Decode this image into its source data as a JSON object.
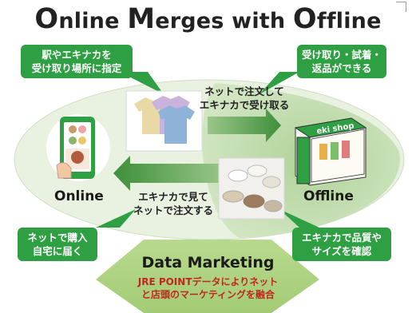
{
  "title": {
    "parts": [
      {
        "cap": "O",
        "rest": "nline "
      },
      {
        "cap": "M",
        "rest": "erges with "
      },
      {
        "cap": "O",
        "rest": "ffline"
      }
    ]
  },
  "callouts": {
    "top_left": "駅やエキナカを\n受け取り場所に指定",
    "top_right": "受け取り・試着・\n返品ができる",
    "bottom_left": "ネットで購入\n自宅に届く",
    "bottom_right": "エキナカで品質や\nサイズを確認"
  },
  "flows": {
    "top": "ネットで注文して\nエキナカで受け取る",
    "bottom": "エキナカで見て\nネットで注文する"
  },
  "labels": {
    "online": "Online",
    "offline": "Offline",
    "shop_sign": "eki shop"
  },
  "data_marketing": {
    "title": "Data Marketing",
    "text": "JRE POINTデータによりネット\nと店頭のマーケティングを融合"
  },
  "colors": {
    "green": "#2ea043",
    "ellipse": "#e7f0de",
    "red": "#c0271e"
  }
}
